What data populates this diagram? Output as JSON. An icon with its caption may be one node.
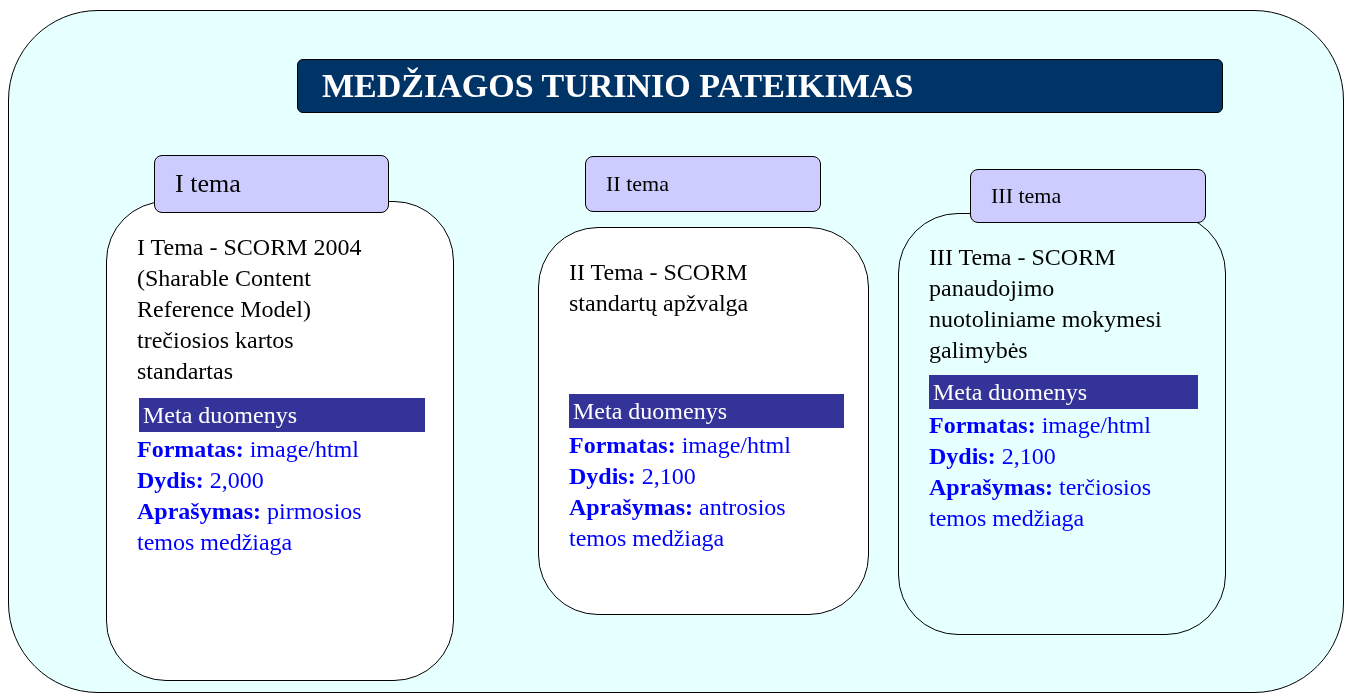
{
  "diagram": {
    "nodes": [
      {
        "text": [],
        "shape": "box"
      },
      {
        "text": [
          "MEDŽIAGOS TURINIO PATEIKIMAS"
        ],
        "in": 0
      },
      {
        "text": [
          "I tema"
        ],
        "in": 0
      },
      {
        "text": [
          "I Tema - SCORM 2004 (Sharable Content Reference Model) trečiosios kartos standartas",
          "**Formatas:** image/html",
          "**Dydis:** 2,000",
          "**Aprašymas:** pirmosios temos medžiaga"
        ],
        "in": 0
      },
      {
        "text": [
          "Meta duomenys"
        ],
        "in": 3
      },
      {
        "text": [
          "II tema"
        ],
        "in": 0
      },
      {
        "text": [
          "II Tema - SCORM standartų apžvalga",
          "**Formatas:** image/html",
          "**Dydis:** 2,100",
          "**Aprašymas:** antrosios temos medžiaga"
        ],
        "in": 0
      },
      {
        "text": [
          "Meta duomenys"
        ],
        "in": 6
      },
      {
        "text": [
          "III tema"
        ],
        "in": 0
      },
      {
        "text": [
          "III Tema - SCORM panaudojimo nuotoliniame mokymesi galimybės",
          "**Formatas:** image/html",
          "**Dydis:** 2,100",
          "**Aprašymas:** terčiosios temos medžiaga"
        ],
        "in": 0
      },
      {
        "text": [
          "Meta duomenys"
        ],
        "in": 9
      }
    ]
  }
}
